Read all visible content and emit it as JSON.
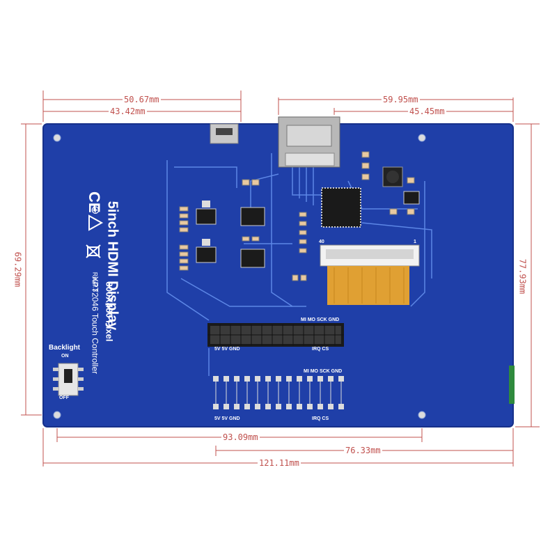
{
  "dimensions": {
    "top_width_left": "50.67mm",
    "top_offset_left": "43.42mm",
    "top_width_right": "59.95mm",
    "top_offset_right": "45.45mm",
    "left_height": "69.29mm",
    "right_height": "77.93mm",
    "bottom_hole_span": "93.09mm",
    "bottom_offset": "76.33mm",
    "overall_width": "121.11mm"
  },
  "board": {
    "title": "5inch HDMI Display",
    "resolution": "800X480 Pixel",
    "touch_controller": "XPT2046 Touch Controller",
    "revision": "Rev3.3",
    "backlight_label": "Backlight",
    "switch_on": "ON",
    "switch_off": "OFF",
    "header_top_labels": "MI MO SCK GND",
    "header_left_labels": "5V  5V GND",
    "header_right_labels": "IRQ     CS",
    "fpc_pin_left": "40",
    "fpc_pin_right": "1"
  },
  "colors": {
    "pcb": "#1f3fa8",
    "dimension": "#c0504d",
    "trace": "#5d87e6",
    "fpc": "#e0a033"
  }
}
